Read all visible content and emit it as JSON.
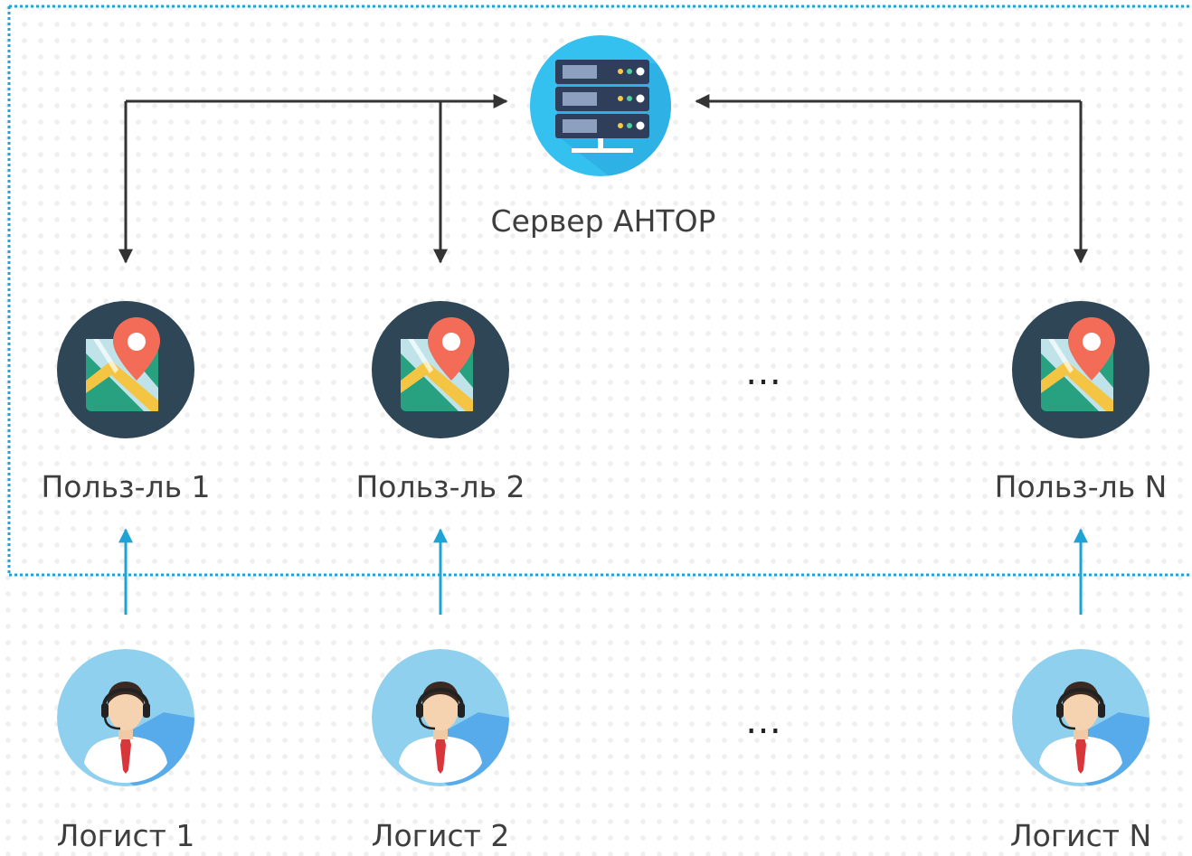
{
  "server": {
    "label": "Сервер АНТОР",
    "icon": "server-icon"
  },
  "users": [
    {
      "label": "Польз-ль 1",
      "icon": "map-pin-icon"
    },
    {
      "label": "Польз-ль 2",
      "icon": "map-pin-icon"
    },
    {
      "label": "Польз-ль N",
      "icon": "map-pin-icon"
    }
  ],
  "logists": [
    {
      "label": "Логист 1",
      "icon": "operator-headset-icon"
    },
    {
      "label": "Логист 2",
      "icon": "operator-headset-icon"
    },
    {
      "label": "Логист N",
      "icon": "operator-headset-icon"
    }
  ],
  "ellipsis": "…",
  "colors": {
    "boundary": "#1fa3d6",
    "arrow_dark": "#333333",
    "arrow_blue": "#1fa3d6",
    "server_bg": "#35c1ef",
    "user_bg": "#2f4657",
    "logist_bg": "#8fd0ee"
  }
}
